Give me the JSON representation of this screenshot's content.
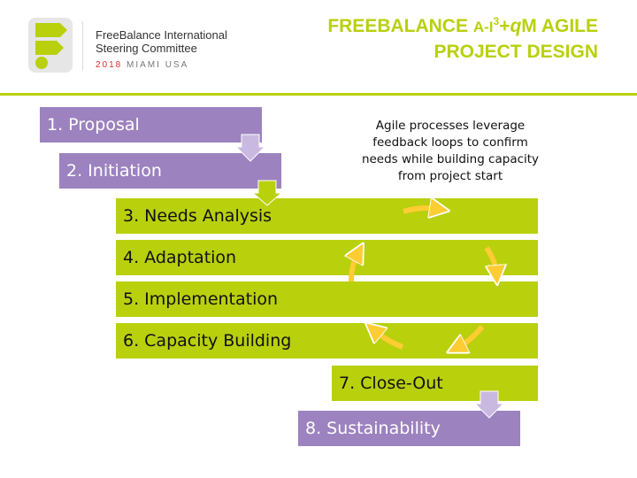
{
  "logo": {
    "line1": "FreeBalance International",
    "line2": "Steering Committee",
    "year": "2018",
    "location": "MIAMI USA"
  },
  "title": {
    "line1_a": "FREEBALANCE ",
    "line1_b": "A-I",
    "line1_sup": "3",
    "line1_c": "+",
    "line1_q": "q",
    "line1_d": "M AGILE",
    "line2": "PROJECT DESIGN"
  },
  "note": "Agile processes leverage feedback loops to confirm needs while building capacity from project start",
  "steps": [
    "1. Proposal",
    "2. Initiation",
    "3. Needs Analysis",
    "4. Adaptation",
    "5. Implementation",
    "6. Capacity Building",
    "7. Close-Out",
    "8. Sustainability"
  ],
  "colors": {
    "green": "#b9d00d",
    "purple": "#9c82bf",
    "arrow": "#ffcc33"
  }
}
